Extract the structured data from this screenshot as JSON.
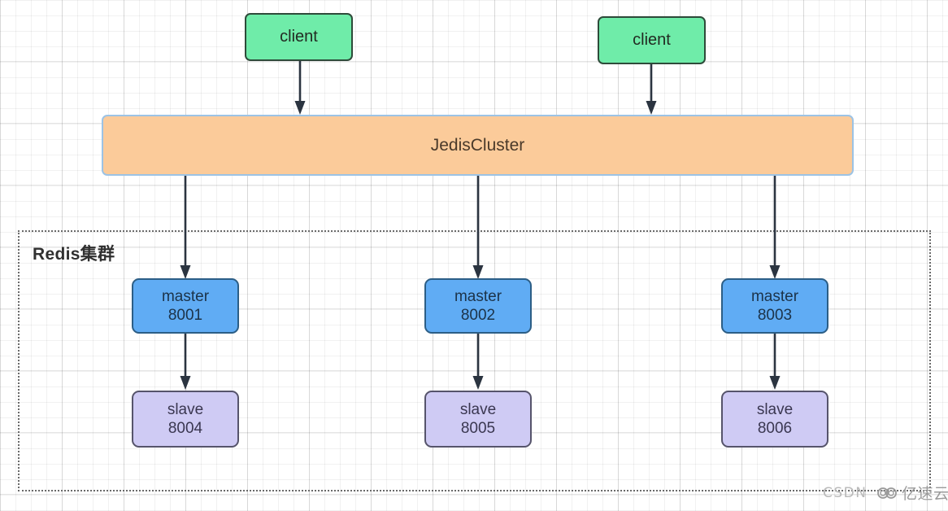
{
  "diagram": {
    "title": "Redis Cluster with JedisCluster",
    "colors": {
      "client_fill": "#6FECA9",
      "client_stroke": "#2E4B3A",
      "jedis_fill": "#FBCB9A",
      "jedis_stroke": "#9CC3E5",
      "master_fill": "#60ACF4",
      "master_stroke": "#2C5E86",
      "slave_fill": "#CFCBF4",
      "slave_stroke": "#56546B",
      "arrow": "#2B3440",
      "cluster_border": "#6A6A6A",
      "grid": "#E8E8E8"
    },
    "clients": [
      {
        "label": "client"
      },
      {
        "label": "client"
      }
    ],
    "proxy": {
      "label": "JedisCluster"
    },
    "cluster": {
      "label": "Redis集群"
    },
    "shards": [
      {
        "master": {
          "role": "master",
          "port": "8001"
        },
        "slave": {
          "role": "slave",
          "port": "8004"
        }
      },
      {
        "master": {
          "role": "master",
          "port": "8002"
        },
        "slave": {
          "role": "slave",
          "port": "8005"
        }
      },
      {
        "master": {
          "role": "master",
          "port": "8003"
        },
        "slave": {
          "role": "slave",
          "port": "8006"
        }
      }
    ],
    "watermarks": {
      "csdn": "CSDN",
      "yisuyun": "亿速云"
    }
  }
}
